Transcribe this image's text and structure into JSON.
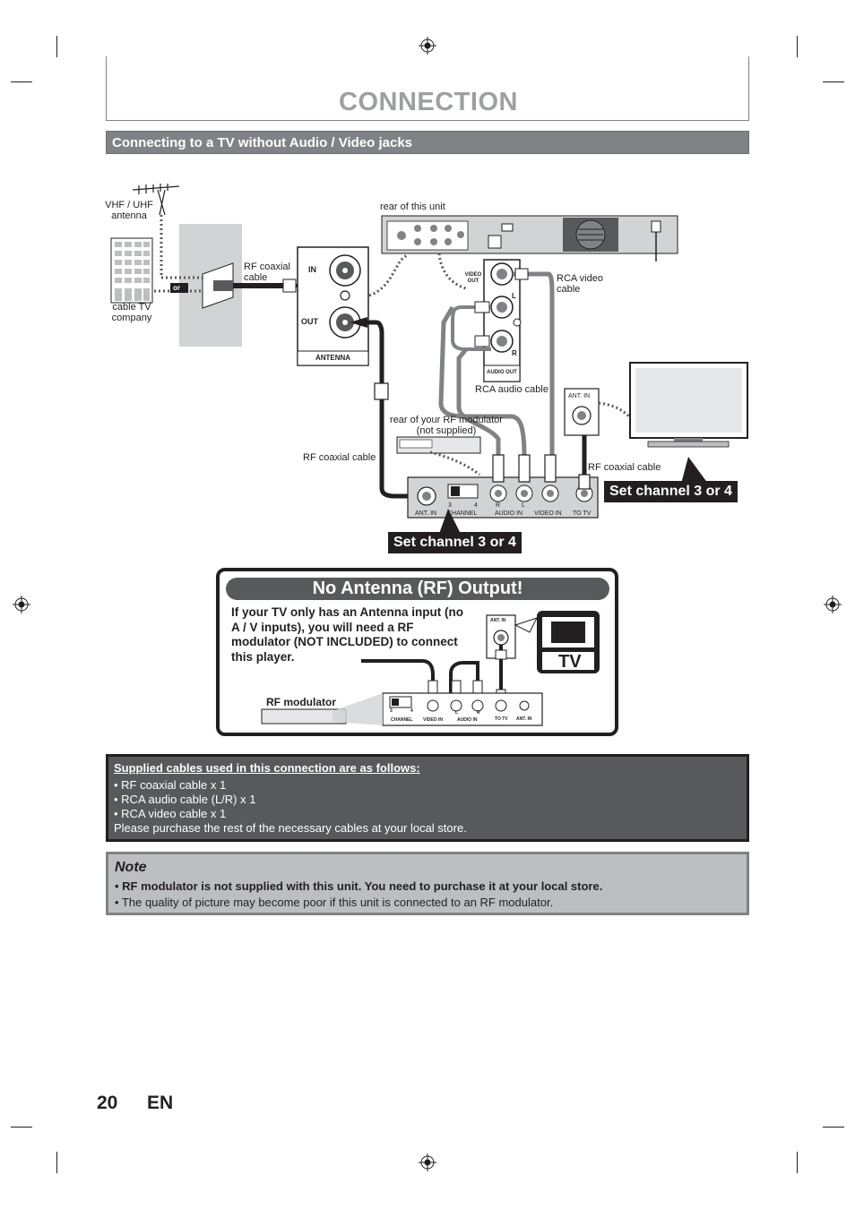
{
  "page": {
    "title": "CONNECTION",
    "section": "Connecting to a TV without Audio / Video jacks",
    "page_number": "20",
    "language": "EN"
  },
  "diagram": {
    "antenna_label": "VHF / UHF\nantenna",
    "or_label": "or",
    "cable_label": "cable TV\ncompany",
    "rf_coax_label": "RF coaxial\ncable",
    "antenna_in": "IN",
    "antenna_out": "OUT",
    "antenna_caption": "ANTENNA",
    "rear_unit": "rear of this unit",
    "video_out": "VIDEO\nOUT",
    "audio_out": "AUDIO OUT",
    "jack_l": "L",
    "jack_r": "R",
    "rca_video_cable": "RCA video\ncable",
    "rca_audio_cable": "RCA audio cable",
    "rear_modulator": "rear of your RF modulator\n(not supplied)",
    "rf_coax_left": "RF coaxial cable",
    "rf_coax_right": "RF coaxial cable",
    "tv_ant_in": "ANT. IN",
    "mod_ch3": "3",
    "mod_ch4": "4",
    "mod_r": "R",
    "mod_l": "L",
    "mod_ant_in": "ANT. IN",
    "mod_channel": "CHANNEL",
    "mod_audio_in": "AUDIO IN",
    "mod_video_in": "VIDEO IN",
    "mod_to_tv": "TO TV",
    "set_channel_right": "Set channel 3 or 4",
    "set_channel_bottom": "Set channel 3 or 4"
  },
  "rf_panel": {
    "heading": "No Antenna (RF) Output!",
    "text": "If your TV only has an Antenna input (no A / V inputs), you will need a RF modulator (NOT INCLUDED) to connect this player.",
    "tv_label": "TV",
    "ant_in": "ANT. IN",
    "rf_modulator": "RF modulator",
    "ch3": "3",
    "ch4": "4",
    "l": "L",
    "r": "R",
    "channel": "CHANNEL",
    "video_in": "VIDEO IN",
    "audio_in": "AUDIO IN",
    "to_tv": "TO TV",
    "ant_in2": "ANT. IN"
  },
  "supplied": {
    "heading": "Supplied cables used in this connection are as follows:",
    "items": [
      "• RF coaxial cable x 1",
      "• RCA audio cable (L/R) x 1",
      "• RCA video cable x 1"
    ],
    "footer": "Please purchase the rest of the necessary cables at your local store."
  },
  "note": {
    "heading": "Note",
    "bold_line": "• RF modulator is not supplied with this unit. You need to purchase it at your local store.",
    "line": "• The quality of picture may become poor if this unit is connected to an RF modulator."
  },
  "colors": {
    "title_gray": "#9d9fa2",
    "bar_gray": "#808285",
    "dark_gray": "#58595b",
    "note_gray": "#bcbec0",
    "black": "#231f20"
  }
}
